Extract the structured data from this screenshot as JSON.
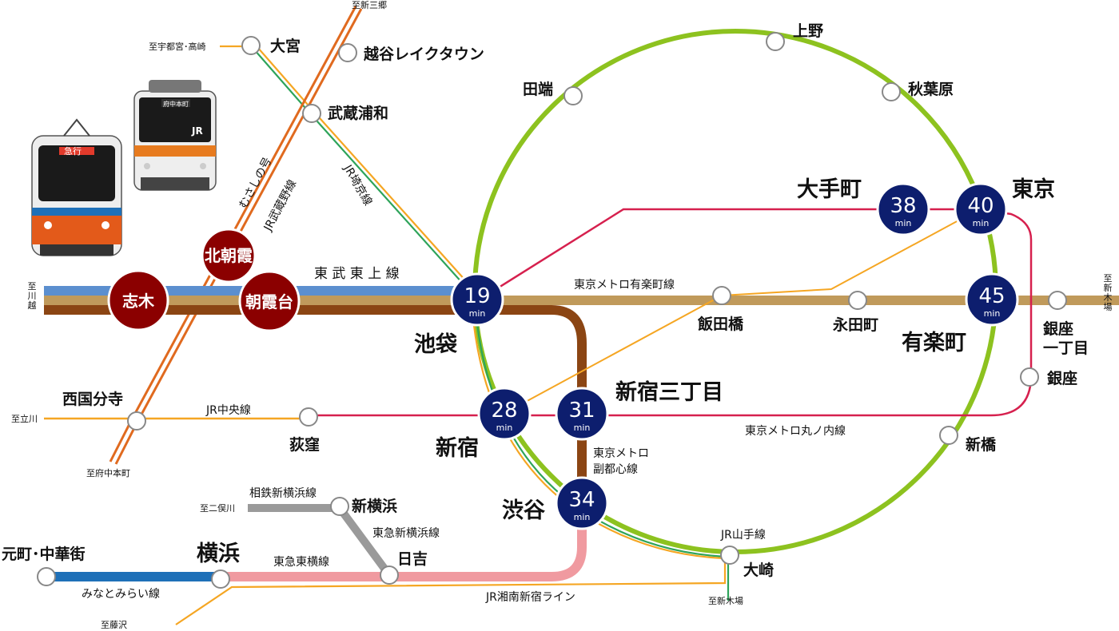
{
  "colors": {
    "yamanote": "#8dc21f",
    "tobu_tojo": "#5b8fcf",
    "yurakucho": "#c09a5b",
    "fukutoshin": "#8b4513",
    "marunouchi": "#d6204e",
    "musashino": "#e06a1f",
    "saikyo": "#2ea45a",
    "chuo": "#f5a623",
    "toyoko": "#f09aa0",
    "minatomirai": "#1e70b8",
    "sotetsu": "#9a9a9a",
    "hub": "#0d1e6e",
    "origin": "#8b0000"
  },
  "lines": {
    "tobu_tojo": "東 武 東 上 線",
    "yurakucho": "東京メトロ有楽町線",
    "marunouchi": "東京メトロ丸ノ内線",
    "fukutoshin_1": "東京メトロ",
    "fukutoshin_2": "副都心線",
    "chuo": "JR中央線",
    "yamanote": "JR山手線",
    "saikyo": "JR埼京線",
    "musashino": "JR武蔵野線",
    "musashi": "むさしの号",
    "toyoko": "東急東横線",
    "shinyokohama": "東急新横浜線",
    "sotetsu": "相鉄新横浜線",
    "minatomirai": "みなとみらい線",
    "shonan": "JR湘南新宿ライン"
  },
  "hubs": [
    {
      "id": "ikebukuro",
      "name": "池袋",
      "min": "19"
    },
    {
      "id": "shinjuku",
      "name": "新宿",
      "min": "28"
    },
    {
      "id": "shinjuku3",
      "name": "新宿三丁目",
      "min": "31"
    },
    {
      "id": "shibuya",
      "name": "渋谷",
      "min": "34"
    },
    {
      "id": "otemachi",
      "name": "大手町",
      "min": "38"
    },
    {
      "id": "tokyo",
      "name": "東京",
      "min": "40"
    },
    {
      "id": "yurakucho",
      "name": "有楽町",
      "min": "45"
    }
  ],
  "min_unit": "min",
  "origins": {
    "shiki": "志木",
    "kitaasaka": "北朝霞",
    "asakadai": "朝霞台"
  },
  "stations": {
    "ueno": "上野",
    "tabata": "田端",
    "akihabara": "秋葉原",
    "iidabashi": "飯田橋",
    "nagatacho": "永田町",
    "ginza1_1": "銀座",
    "ginza1_2": "一丁目",
    "ginza": "銀座",
    "shimbashi": "新橋",
    "osaki": "大崎",
    "ogikubo": "荻窪",
    "nishikokubunji": "西国分寺",
    "omiya": "大宮",
    "koshigaya": "越谷レイクタウン",
    "musashiurawa": "武蔵浦和",
    "yokohama": "横浜",
    "motomachi": "元町･中華街",
    "hiyoshi": "日吉",
    "shinyokohama": "新横浜"
  },
  "directions": {
    "to_shinmisato": "至新三郷",
    "to_utsunomiya": "至宇都宮･高崎",
    "to_tachikawa": "至立川",
    "to_fuchuhonmachi": "至府中本町",
    "to_kawagoe": "至\n川\n越",
    "to_shinkiba_right": "至\n新\n木\n場",
    "to_shinkiba": "至新木場",
    "to_futamatagawa": "至二俣川",
    "to_fujisawa": "至藤沢"
  },
  "train_signs": {
    "left_dest": "急行",
    "right_dest": "府中本町",
    "right_logo": "JR"
  }
}
